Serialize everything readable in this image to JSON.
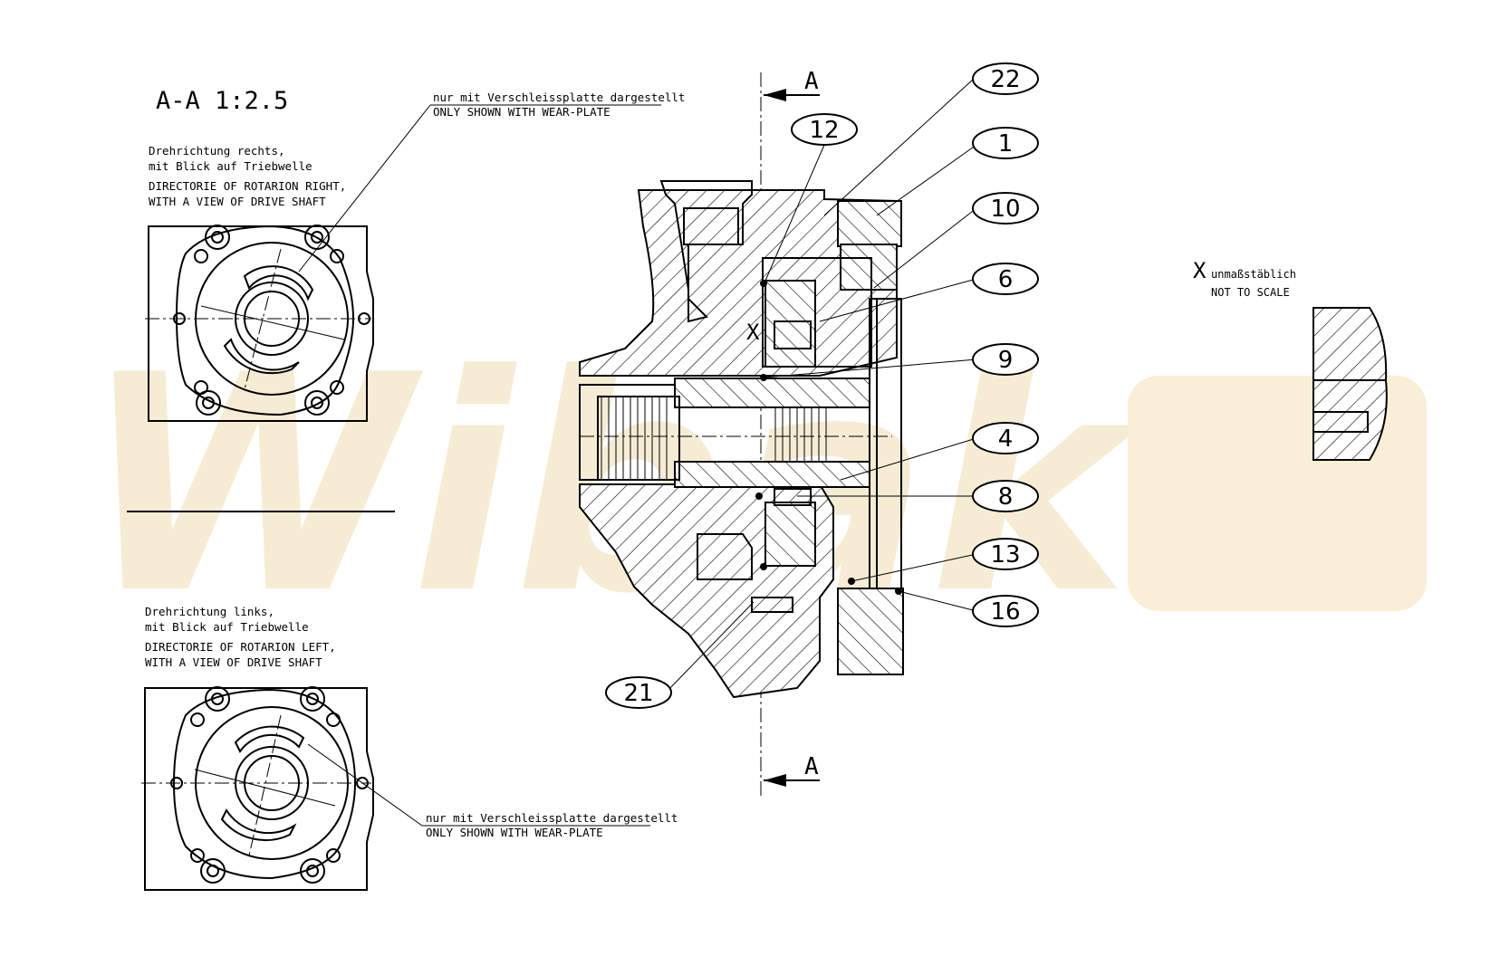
{
  "section_title": "A-A 1:2.5",
  "watermark": "Wibako",
  "views": {
    "right": {
      "line_de_1": "Drehrichtung rechts,",
      "line_de_2": "mit Blick auf Triebwelle",
      "line_en_1": "DIRECTORIE OF ROTARION RIGHT,",
      "line_en_2": "WITH A VIEW OF DRIVE SHAFT",
      "note_de": "nur mit Verschleissplatte dargestellt",
      "note_en": "ONLY SHOWN WITH WEAR-PLATE"
    },
    "left": {
      "line_de_1": "Drehrichtung links,",
      "line_de_2": "mit Blick auf Triebwelle",
      "line_en_1": "DIRECTORIE OF ROTARION LEFT,",
      "line_en_2": "WITH A VIEW OF DRIVE SHAFT",
      "note_de": "nur mit Verschleissplatte dargestellt",
      "note_en": "ONLY SHOWN WITH WEAR-PLATE"
    }
  },
  "section_marks": {
    "top": "A",
    "bottom": "A"
  },
  "detail_mark": "X",
  "detail": {
    "letter": "X",
    "subtitle_de": "unmaßstäblich",
    "subtitle_en": "NOT TO SCALE"
  },
  "callouts": [
    "22",
    "12",
    "1",
    "10",
    "6",
    "9",
    "4",
    "8",
    "13",
    "16",
    "21"
  ]
}
